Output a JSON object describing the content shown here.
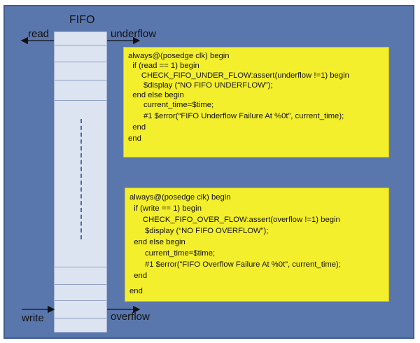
{
  "diagram": {
    "fifo_title": "FIFO",
    "labels": {
      "read": "read",
      "underflow": "underflow",
      "write": "write",
      "overflow": "overflow"
    },
    "colors": {
      "background": "#5a77ad",
      "fifo": "#dde4f1",
      "code_box": "#f4ef2c"
    },
    "underflow_block": [
      "always@(posedge clk) begin",
      "  if (read == 1) begin",
      "      CHECK_FIFO_UNDER_FLOW:assert(underflow !=1) begin",
      "       $display (“NO FIFO UNDERFLOW”);",
      "  end else begin",
      "       current_time=$time;",
      "       #1 $error(“FIFO Underflow Failure At %0t”, current_time);",
      "  end",
      "end"
    ],
    "overflow_block": [
      "always@(posedge clk) begin",
      "  if (write == 1) begin",
      "      CHECK_FIFO_OVER_FLOW:assert(overflow !=1) begin",
      "       $display (“NO FIFO OVERFLOW”);",
      "  end else begin",
      "       current_time=$time;",
      "       #1 $error(“FIFO Overflow Failure At %0t”, current_time);",
      "  end",
      "",
      "end"
    ]
  }
}
